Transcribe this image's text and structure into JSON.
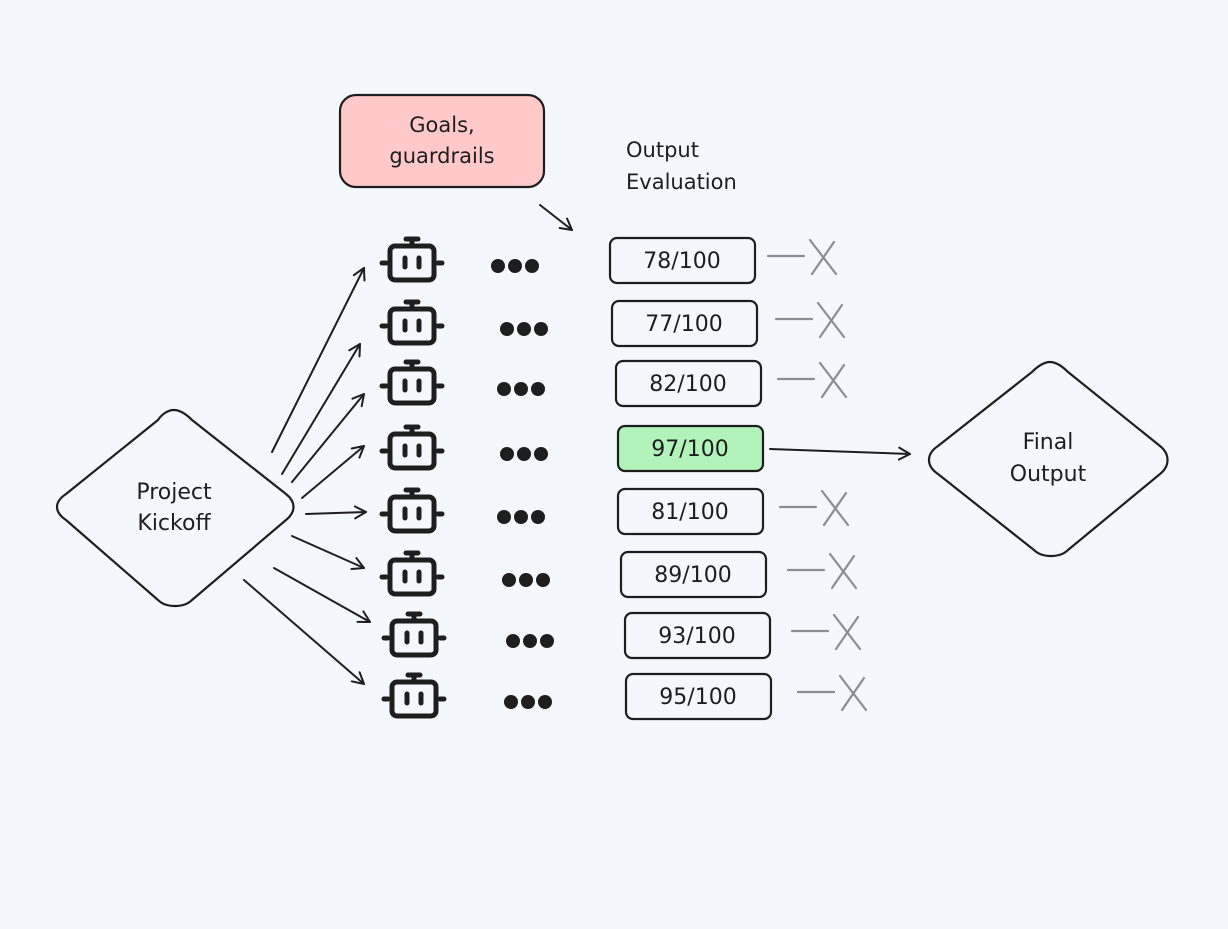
{
  "kickoff": {
    "line1": "Project",
    "line2": "Kickoff"
  },
  "goals": {
    "line1": "Goals,",
    "line2": "guardrails"
  },
  "evaluation_heading": {
    "line1": "Output",
    "line2": "Evaluation"
  },
  "final": {
    "line1": "Final",
    "line2": "Output"
  },
  "colors": {
    "goals_fill": "#ffc9c9",
    "selected_fill": "#b2f2bb",
    "rejected_mark": "#8a8d91",
    "ink": "#1e1e1e"
  },
  "agents": [
    {
      "score": "78/100",
      "selected": false
    },
    {
      "score": "77/100",
      "selected": false
    },
    {
      "score": "82/100",
      "selected": false
    },
    {
      "score": "97/100",
      "selected": true
    },
    {
      "score": "81/100",
      "selected": false
    },
    {
      "score": "89/100",
      "selected": false
    },
    {
      "score": "93/100",
      "selected": false
    },
    {
      "score": "95/100",
      "selected": false
    }
  ],
  "icons": {
    "agent": "robot-icon",
    "progress": "ellipsis-icon",
    "rejected": "x-mark-icon"
  }
}
